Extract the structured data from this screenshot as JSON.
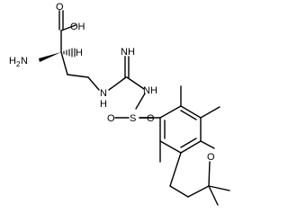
{
  "structure": {
    "labels": {
      "hydroxyl": "OH",
      "carbonyl_o": "O",
      "amine_h2": "H",
      "amine_sub": "2",
      "amine_n": "N",
      "alpha_h": "H",
      "guanidine_nh_left": "N",
      "guanidine_nh_left_h": "H",
      "imine": "NH",
      "guanidine_nh_right": "NH",
      "sulfonyl_s": "S",
      "sulfonyl_o_left": "O",
      "sulfonyl_o_right": "O",
      "ring_o": "O"
    }
  }
}
